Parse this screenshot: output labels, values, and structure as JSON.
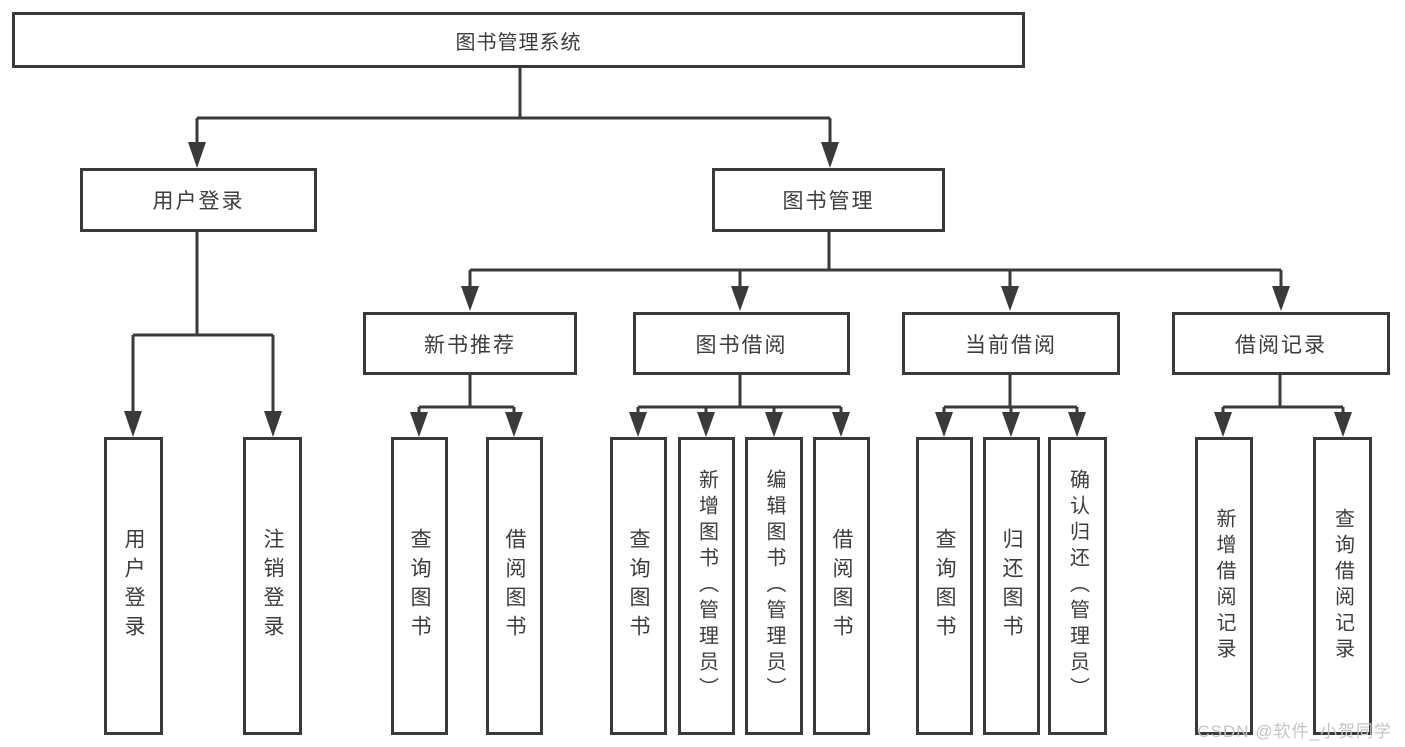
{
  "diagram": {
    "tree": {
      "root": "图书管理系统",
      "children": [
        {
          "label": "用户登录",
          "children": [
            {
              "label": "用户登录"
            },
            {
              "label": "注销登录"
            }
          ]
        },
        {
          "label": "图书管理",
          "children": [
            {
              "label": "新书推荐",
              "children": [
                {
                  "label": "查询图书"
                },
                {
                  "label": "借阅图书"
                }
              ]
            },
            {
              "label": "图书借阅",
              "children": [
                {
                  "label": "查询图书"
                },
                {
                  "label": "新增图书（管理员）"
                },
                {
                  "label": "编辑图书（管理员）"
                },
                {
                  "label": "借阅图书"
                }
              ]
            },
            {
              "label": "当前借阅",
              "children": [
                {
                  "label": "查询图书"
                },
                {
                  "label": "归还图书"
                },
                {
                  "label": "确认归还（管理员）"
                }
              ]
            },
            {
              "label": "借阅记录",
              "children": [
                {
                  "label": "新增借阅记录"
                },
                {
                  "label": "查询借阅记录"
                }
              ]
            }
          ]
        }
      ]
    },
    "watermark": "CSDN @软件_小贺同学",
    "colors": {
      "line": "#3a3a3a",
      "text": "#3d3d3d",
      "watermark": "#c4c4c4",
      "background": "#ffffff"
    }
  }
}
